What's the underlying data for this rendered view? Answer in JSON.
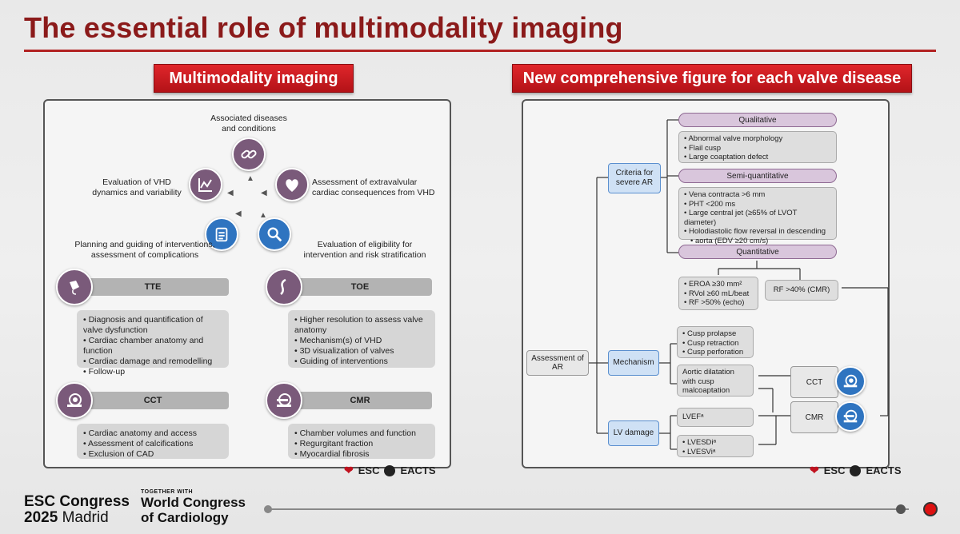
{
  "title": "The essential role of multimodality imaging",
  "left": {
    "banner": "Multimodality imaging",
    "captions": {
      "associated": [
        "Associated diseases",
        "and conditions"
      ],
      "evaluation_vhd": [
        "Evaluation of VHD",
        "dynamics and variability"
      ],
      "extravalvular": [
        "Assessment of extravalvular",
        "cardiac consequences from VHD"
      ],
      "planning": [
        "Planning and guiding of interventions,",
        "assessment of complications"
      ],
      "eligibility": [
        "Evaluation of eligibility for",
        "intervention and risk stratification"
      ]
    },
    "modalities": {
      "tte": {
        "label": "TTE",
        "items": [
          "Diagnosis and quantification of valve dysfunction",
          "Cardiac chamber anatomy and function",
          "Cardiac damage and remodelling",
          "Follow-up"
        ]
      },
      "toe": {
        "label": "TOE",
        "items": [
          "Higher resolution to assess valve anatomy",
          "Mechanism(s) of VHD",
          "3D visualization of valves",
          "Guiding of interventions"
        ]
      },
      "cct": {
        "label": "CCT",
        "items": [
          "Cardiac anatomy and access",
          "Assessment of calcifications",
          "Exclusion of CAD"
        ]
      },
      "cmr": {
        "label": "CMR",
        "items": [
          "Chamber volumes and function",
          "Regurgitant fraction",
          "Myocardial fibrosis"
        ]
      }
    },
    "logos": {
      "esc": "ESC",
      "eacts": "EACTS"
    }
  },
  "right": {
    "banner": "New comprehensive figure for each valve disease",
    "assessment": "Assessment of AR",
    "criteria": [
      "Criteria for",
      "severe AR"
    ],
    "mechanism": "Mechanism",
    "lv_damage": "LV damage",
    "qualitative": {
      "label": "Qualitative",
      "items": [
        "Abnormal valve morphology",
        "Flail cusp",
        "Large coaptation defect"
      ]
    },
    "semi": {
      "label": "Semi-quantitative",
      "items": [
        "Vena contracta >6 mm",
        "PHT <200 ms",
        "Large central jet (≥65% of LVOT diameter)",
        "Holodiastolic flow reversal in descending",
        "aorta (EDV ≥20 cm/s)"
      ]
    },
    "quantitative": {
      "label": "Quantitative",
      "items": [
        "EROA ≥30 mm²",
        "RVol  ≥60 mL/beat",
        "RF >50% (echo)"
      ],
      "cmr_rf": "RF  >40% (CMR)"
    },
    "mechanism_items": [
      "Cusp prolapse",
      "Cusp retraction",
      "Cusp perforation"
    ],
    "aortic": [
      "Aortic dilatation",
      "with cusp",
      "malcoaptation"
    ],
    "lvef": "LVEFᵃ",
    "lvesd": [
      "LVESDiᵃ",
      "LVESViᵃ"
    ],
    "cct": "CCT",
    "cmr": "CMR",
    "logos": {
      "esc": "ESC",
      "eacts": "EACTS"
    }
  },
  "footer": {
    "congress": "ESC Congress",
    "year": "2025",
    "city": "Madrid",
    "together": "TOGETHER WITH",
    "world1": "World Congress",
    "world2": "of Cardiology"
  },
  "colors": {
    "accent_red": "#b31217",
    "title_red": "#8b1a1a",
    "purple_icon": "#7a5a7a",
    "blue_icon": "#2f74c0",
    "lilac": "#d9c6dc",
    "light_blue": "#cfe1f5"
  }
}
